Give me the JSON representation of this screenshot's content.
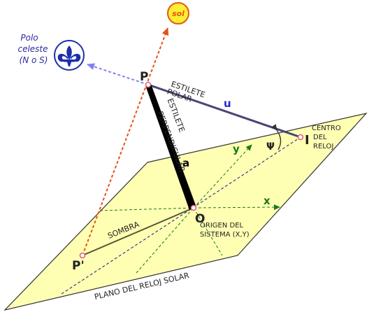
{
  "colors": {
    "plane_fill": "#ffffb4",
    "plane_stroke": "#333333",
    "style_polar": "#474775",
    "sun_ray": "#e8501c",
    "sun_fill": "#ffee33",
    "sun_stroke": "#e05a10",
    "axis_x": "#1a7a1a",
    "pole_arrow": "#8080f0",
    "pole_symbol": "#1c2fa8",
    "pole_text": "#2a2aa0",
    "point": "#e06080",
    "u_label": "#2828c8",
    "a_label": "#000000"
  },
  "icons": {
    "pole": "fleur-de-lis-icon",
    "sun": "sun-icon"
  },
  "labels": {
    "sun": "sol",
    "pole_line1": "Polo",
    "pole_line2": "celeste",
    "pole_line3": "(N o S)",
    "P": "P",
    "P_prime": "P'",
    "O": "O",
    "I": "I",
    "x": "x",
    "y": "y",
    "u": "u",
    "a": "a",
    "psi": "Ψ",
    "polar_style_line1": "ESTILETE",
    "polar_style_line2": "POLAR",
    "perpendicular_style_line1": "ESTILETE",
    "perpendicular_style_line2": "PERPENDICULAR",
    "clock_center_line1": "CENTRO",
    "clock_center_line2": "DEL",
    "clock_center_line3": "RELOJ",
    "origin_line1": "ORIGEN DEL",
    "origin_line2": "SISTEMA (X,Y)",
    "shadow": "SOMBRA",
    "plane": "PLANO DEL RELOJ SOLAR"
  }
}
